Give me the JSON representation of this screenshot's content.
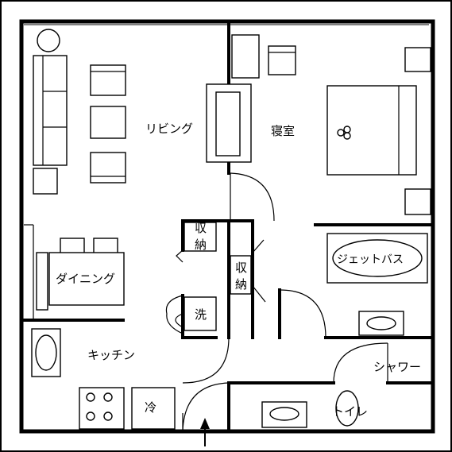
{
  "rooms": {
    "living": "リビング",
    "bedroom": "寝室",
    "storage_left": "収納",
    "storage_center": "収納",
    "dining": "ダイニング",
    "washer": "洗",
    "kitchen": "キッチン",
    "shower": "シャワー",
    "fridge": "冷",
    "toilet": "トイレ",
    "jet_bath": "ジェットバス"
  },
  "icons": {
    "entrance": "up-arrow-icon"
  }
}
